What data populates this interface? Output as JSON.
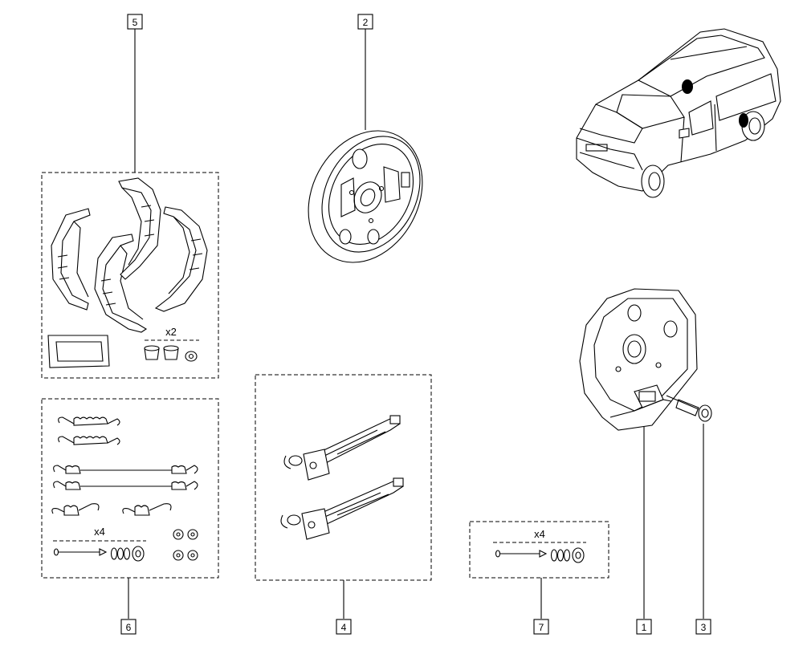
{
  "callouts": [
    {
      "id": "1",
      "text": "1"
    },
    {
      "id": "2",
      "text": "2"
    },
    {
      "id": "3",
      "text": "3"
    },
    {
      "id": "4",
      "text": "4"
    },
    {
      "id": "5",
      "text": "5"
    },
    {
      "id": "6",
      "text": "6"
    },
    {
      "id": "7",
      "text": "7"
    }
  ],
  "quantities": {
    "shoe_kit_caps": "x2",
    "spring_kit_pins": "x4",
    "pin_kit": "x4"
  }
}
